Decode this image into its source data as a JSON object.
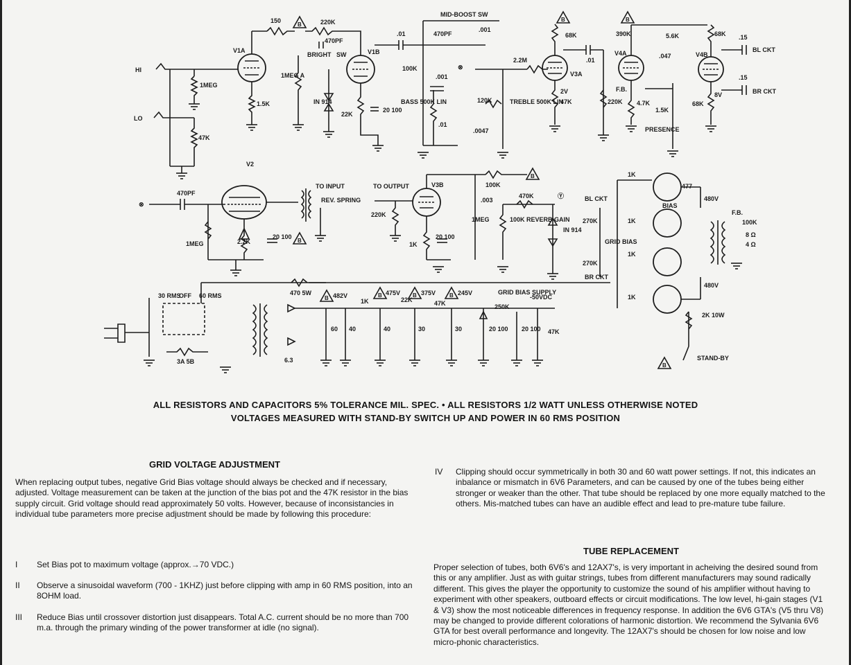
{
  "schematic": {
    "tubes": [
      {
        "id": "V1A",
        "label": "V1A"
      },
      {
        "id": "V1B",
        "label": "V1B"
      },
      {
        "id": "V3A",
        "label": "V3A"
      },
      {
        "id": "V4A",
        "label": "V4A"
      },
      {
        "id": "V4B",
        "label": "V4B"
      },
      {
        "id": "V2",
        "label": "V2"
      },
      {
        "id": "V3B",
        "label": "V3B"
      }
    ],
    "labels": {
      "hi": "HI",
      "lo": "LO",
      "r1meg": "1MEG",
      "r47k": "47K",
      "r15k": "1.5K",
      "meg1a": "1MEG A",
      "in914": "IN 914",
      "r22k": "22K",
      "c20_100": "20 100",
      "r150": "150",
      "r220k": "220K",
      "c470pf": "470PF",
      "bright": "BRIGHT",
      "sw": "SW",
      "c01": ".01",
      "midboost": "MID-BOOST SW",
      "c001": ".001",
      "r100k": "100K",
      "bass": "BASS 500K LIN",
      "r120k": "120K",
      "treble": "TREBLE 500K LIN",
      "c0047": ".0047",
      "r22m": "2.2M",
      "r68k": "68K",
      "r47kb": "47K",
      "r2v": "2V",
      "r390k": "390K",
      "r56k": "5.6K",
      "c047": ".047",
      "r4_7k": "4.7K",
      "r15kb": "1.5K",
      "presence": "PRESENCE",
      "r68kb": "68K",
      "c15": ".15",
      "blckt": "BL CKT",
      "brckt": "BR CKT",
      "r220kb": "220K",
      "fb": "F.B.",
      "r8v": "8V",
      "v2_470pf": "470PF",
      "r1meg2": "1MEG",
      "r22k2": "2.2K",
      "c20100": "20 100",
      "toinput": "TO INPUT",
      "revspring": "REV. SPRING",
      "tooutput": "TO OUTPUT",
      "r220k3": "220K",
      "r1k": "1K",
      "c003": ".003",
      "r100k3": "100K",
      "r1meg3": "1MEG",
      "reverbgain": "100K REVERB GAIN",
      "r470k": "470K",
      "in914b": "IN 914",
      "gridbias": "GRID BIAS",
      "r270k": "270K",
      "r1k_a": "1K",
      "v480": "480V",
      "v477": "477",
      "bias": "BIAS",
      "fb2": "F.B.",
      "r100k4": "100K",
      "o8": "8 Ω",
      "o4": "4 Ω",
      "r2k10w": "2K 10W",
      "standby": "STAND-BY",
      "r30rms": "30 RMS",
      "off": "OFF",
      "r60rms": "60 RMS",
      "f3a": "3A 5B",
      "v482": "482V",
      "v475": "475V",
      "v375": "375V",
      "v245": "245V",
      "r1k2": "1K",
      "r22k3": "22K",
      "r47k3": "47K",
      "gridsupply": "GRID BIAS SUPPLY",
      "r250k": "250K",
      "vdc50": "-50VDC",
      "c60": "60",
      "c40": "40",
      "c40b": "40",
      "c30": "30",
      "c30b": "30",
      "r47k4": "47K",
      "v63": "6.3",
      "r470": "470 5W",
      "v480b": "480V"
    }
  },
  "notes": {
    "line1": "ALL RESISTORS AND CAPACITORS 5% TOLERANCE MIL. SPEC.  •  ALL RESISTORS 1/2 WATT UNLESS OTHERWISE NOTED",
    "line2": "VOLTAGES MEASURED WITH STAND-BY SWITCH UP AND POWER IN 60 RMS POSITION"
  },
  "grid_voltage": {
    "heading": "GRID VOLTAGE ADJUSTMENT",
    "intro": "When replacing output tubes, negative Grid Bias voltage should always be checked and if necessary, adjusted. Voltage measurement can be taken at the junction of the bias pot and the 47K resistor in the bias supply circuit.  Grid voltage should read approximately 50 volts.  However, because of inconsistancies in individual tube parameters more precise adjustment should be made by following this procedure:",
    "steps": [
      {
        "num": "I",
        "text": "Set Bias pot to maximum voltage (approx.→70 VDC.)"
      },
      {
        "num": "II",
        "text": "Observe a sinusoidal waveform (700 - 1KHZ) just before clipping with amp in 60 RMS position, into an 8OHM load."
      },
      {
        "num": "III",
        "text": "Reduce Bias until crossover distortion just disappears. Total A.C. current should be no more than 700 m.a. through the primary winding of the power transformer at idle (no signal)."
      },
      {
        "num": "IV",
        "text": "Clipping should occur symmetrically in both 30 and 60 watt power settings. If not, this indicates an inbalance or mismatch in 6V6 Parameters, and can be caused by one of the tubes being either stronger or weaker than the other. That tube should be replaced by one more equally matched to the others. Mis-matched tubes can have an audible effect and lead to pre-mature tube failure."
      }
    ]
  },
  "tube_replacement": {
    "heading": "TUBE REPLACEMENT",
    "text": "Proper selection of tubes, both 6V6's and 12AX7's, is very important in acheiving the desired sound from this or any amplifier. Just as with guitar strings, tubes from different manufacturers may sound radically different. This gives the player the opportunity to customize the sound of his amplifier without having to experiment with other speakers, outboard effects or circuit modifications. The low level, hi-gain stages (V1 & V3) show the most noticeable differences in frequency response.  In addition the 6V6 GTA's (V5 thru V8) may be changed to provide different colorations of harmonic distortion. We recommend the Sylvania 6V6 GTA for best overall performance and longevity. The 12AX7's should be chosen for low noise and low micro-phonic characteristics."
  }
}
